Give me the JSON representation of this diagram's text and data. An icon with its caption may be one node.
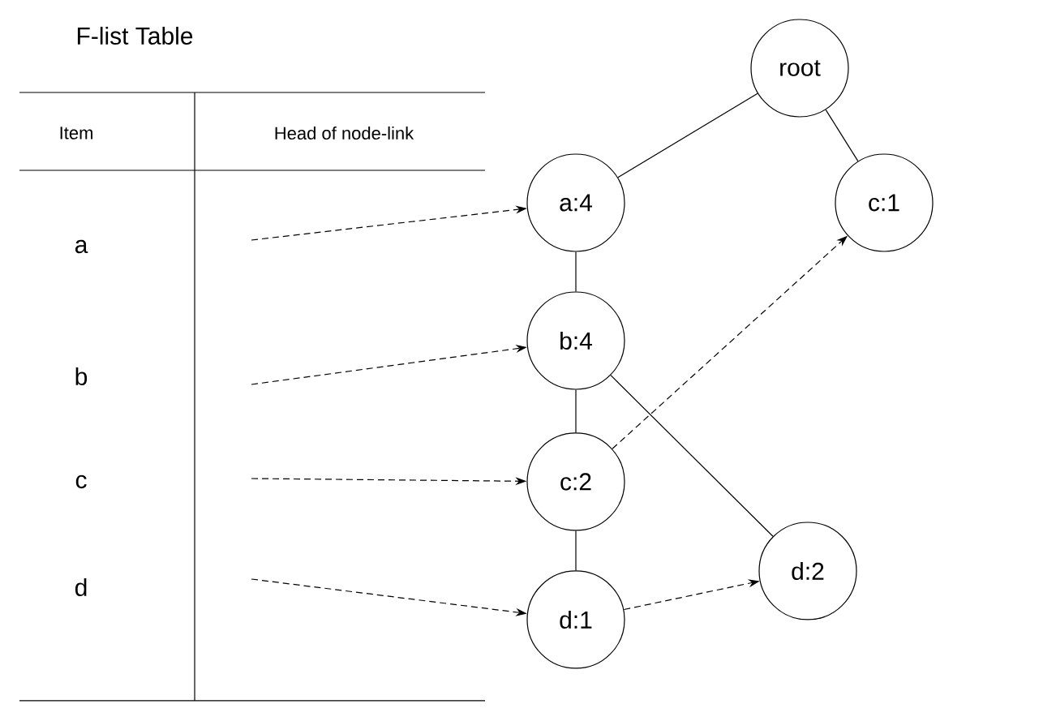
{
  "diagram": {
    "nodes": [
      {
        "text": [
          "root"
        ]
      },
      {
        "text": [
          "a:4"
        ]
      },
      {
        "text": [
          "c:1"
        ]
      },
      {
        "text": [
          "b:4"
        ]
      },
      {
        "text": [
          "c:2"
        ]
      },
      {
        "text": [
          "d:2"
        ]
      },
      {
        "text": [
          "d:1"
        ]
      }
    ],
    "edges": [
      {
        "from": 0,
        "to": 1,
        "arrow": "none"
      },
      {
        "from": 0,
        "to": 2,
        "arrow": "none"
      },
      {
        "from": 1,
        "to": 3,
        "arrow": "none"
      },
      {
        "from": 3,
        "to": 4,
        "arrow": "none"
      },
      {
        "from": 3,
        "to": 5,
        "arrow": "none"
      },
      {
        "from": 4,
        "to": 6,
        "arrow": "none"
      },
      {
        "from": 4,
        "to": 2,
        "arrow": "to",
        "style": "dashed"
      },
      {
        "from": 6,
        "to": 5,
        "arrow": "to",
        "style": "dashed"
      },
      {
        "from": null,
        "to": 1,
        "arrow": "to",
        "style": "dashed"
      },
      {
        "from": null,
        "to": 3,
        "arrow": "to",
        "style": "dashed"
      },
      {
        "from": null,
        "to": 4,
        "arrow": "to",
        "style": "dashed"
      },
      {
        "from": null,
        "to": 6,
        "arrow": "to",
        "style": "dashed"
      }
    ],
    "labels": [
      "F-list Table",
      "Item",
      "Head of node-link",
      "a",
      "b",
      "c",
      "d"
    ]
  }
}
